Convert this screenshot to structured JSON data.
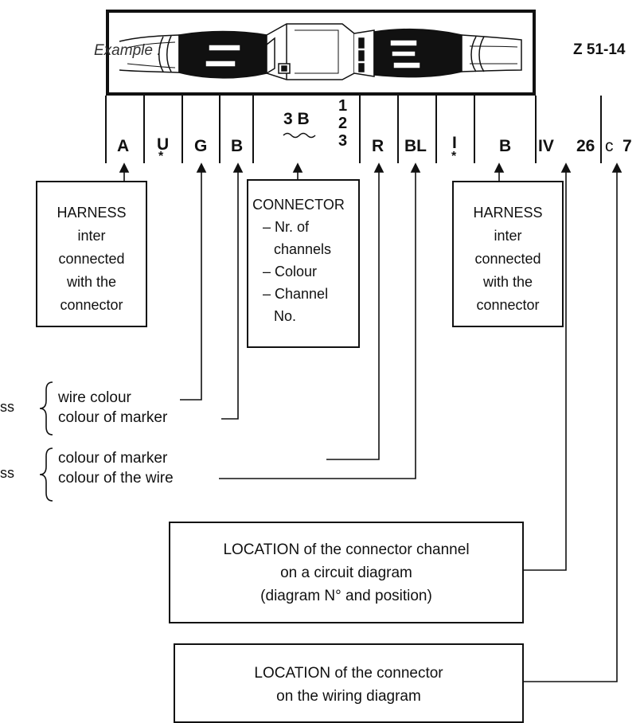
{
  "example_label": "Example :",
  "figure_code": "Z 51-14",
  "codes": {
    "c1": "A",
    "c2": "U",
    "c3": "G",
    "c4": "B",
    "c5": "3 B",
    "c6_1": "1",
    "c6_2": "2",
    "c6_3": "3",
    "c7": "R",
    "c8": "BL",
    "c9": "I",
    "c10": "B",
    "c11": "IV",
    "c12": "26",
    "c13": "c",
    "c14": "7"
  },
  "harness_left": [
    "HARNESS",
    "inter",
    "connected",
    "with the",
    "connector"
  ],
  "connector_box": [
    "CONNECTOR",
    "– Nr. of",
    "channels",
    "– Colour",
    "– Channel",
    "No."
  ],
  "harness_right": [
    "HARNESS",
    "inter",
    "connected",
    "with the",
    "connector"
  ],
  "left_group_1": {
    "label": "ss",
    "lines": [
      "wire colour",
      "colour of marker"
    ]
  },
  "left_group_2": {
    "label": "ss",
    "lines": [
      "colour of marker",
      "colour of the wire"
    ]
  },
  "location_channel": [
    "LOCATION of the connector channel",
    "on a circuit diagram",
    "(diagram N° and position)"
  ],
  "location_connector": [
    "LOCATION of the connector",
    "on the wiring diagram"
  ]
}
